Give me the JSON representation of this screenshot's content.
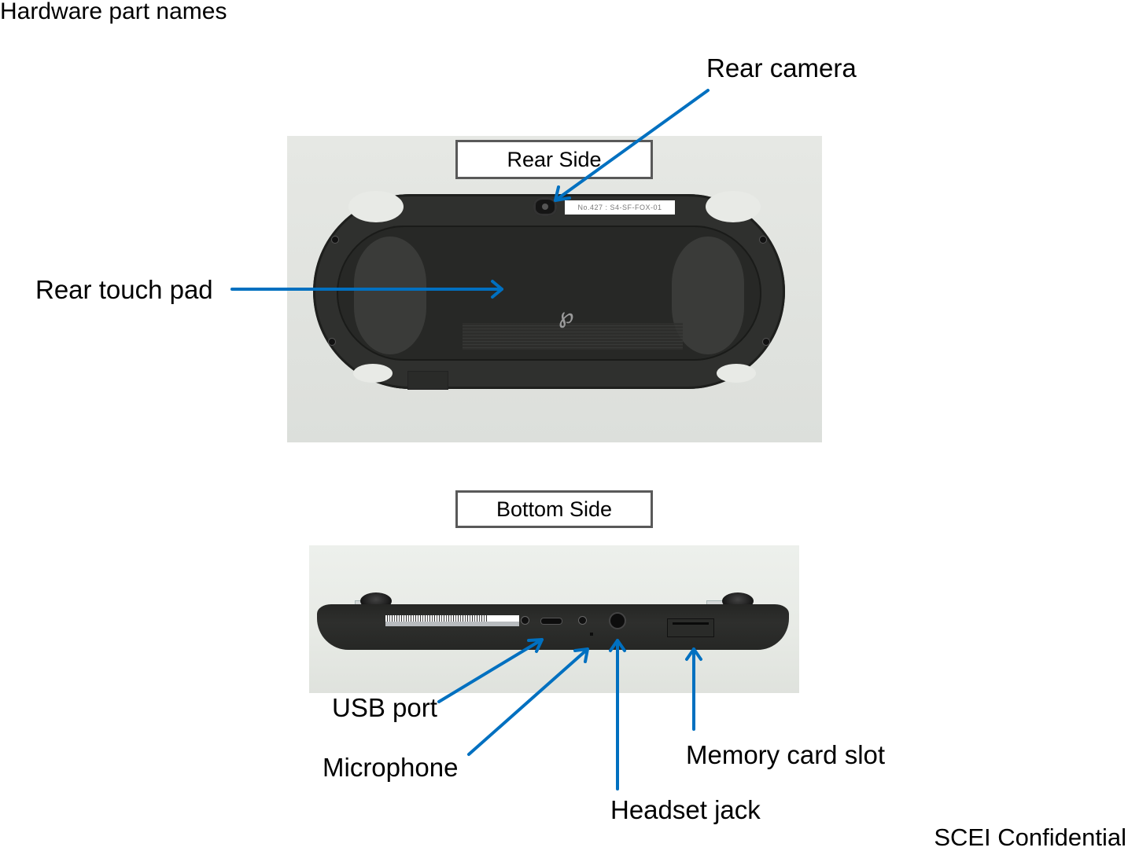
{
  "page": {
    "title": "Hardware part names",
    "footer": "SCEI Confidential"
  },
  "sections": {
    "rear": {
      "label": "Rear Side",
      "sticker_text": "No.427 : S4-SF-FOX-01",
      "callouts": [
        {
          "id": "rear-camera",
          "label": "Rear camera"
        },
        {
          "id": "rear-touch-pad",
          "label": "Rear touch pad"
        }
      ]
    },
    "bottom": {
      "label": "Bottom Side",
      "callouts": [
        {
          "id": "usb-port",
          "label": "USB port"
        },
        {
          "id": "microphone",
          "label": "Microphone"
        },
        {
          "id": "headset-jack",
          "label": "Headset jack"
        },
        {
          "id": "memory-card-slot",
          "label": "Memory card slot"
        }
      ]
    }
  },
  "colors": {
    "arrow": "#0070c0",
    "box_border": "#595959",
    "device_body": "#2f302e"
  }
}
